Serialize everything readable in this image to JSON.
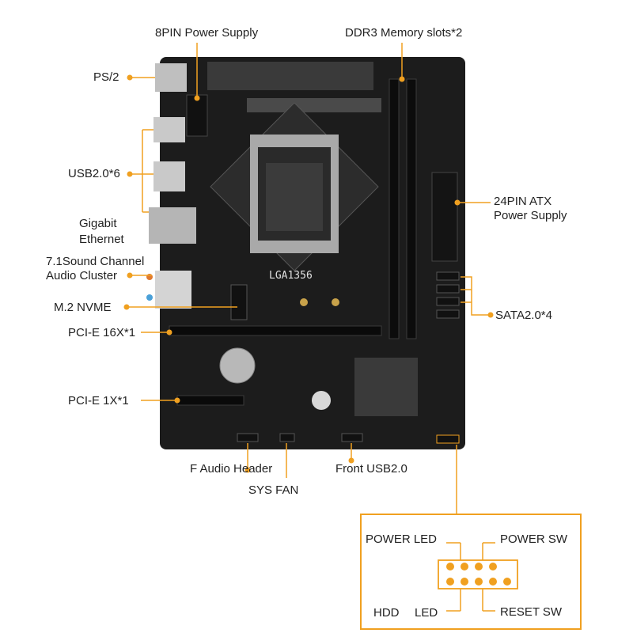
{
  "board": {
    "socket_label": "LGA1356"
  },
  "labels": {
    "power_8pin": "8PIN Power Supply",
    "ddr3": "DDR3 Memory slots*2",
    "ps2": "PS/2",
    "usb": "USB2.0*6",
    "ethernet_line1": "Gigabit",
    "ethernet_line2": "Ethernet",
    "audio_line1": "7.1Sound Channel",
    "audio_line2": "Audio Cluster",
    "m2": "M.2 NVME",
    "pcie16": "PCI-E 16X*1",
    "pcie1": "PCI-E 1X*1",
    "atx_line1": "24PIN ATX",
    "atx_line2": "Power Supply",
    "sata": "SATA2.0*4",
    "f_audio": "F Audio Header",
    "sys_fan": "SYS FAN",
    "front_usb": "Front USB2.0"
  },
  "panel": {
    "power_led": "POWER LED",
    "power_sw": "POWER SW",
    "hdd": "HDD",
    "led": "LED",
    "reset_sw": "RESET SW"
  },
  "colors": {
    "accent": "#f0a020",
    "board": "#1c1c1c",
    "heatsink": "#3a3a3a"
  }
}
